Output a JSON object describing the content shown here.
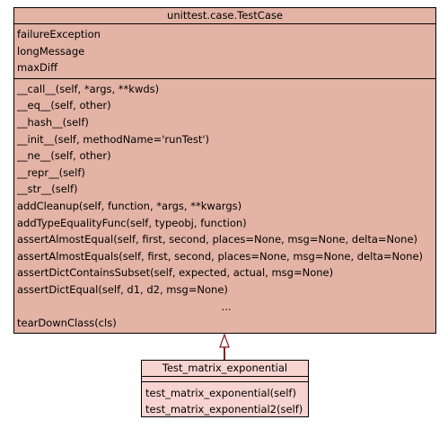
{
  "base_class": {
    "name": "unittest.case.TestCase",
    "attributes": [
      "failureException",
      "longMessage",
      "maxDiff"
    ],
    "methods": [
      "__call__(self, *args, **kwds)",
      "__eq__(self, other)",
      "__hash__(self)",
      "__init__(self, methodName='runTest')",
      "__ne__(self, other)",
      "__repr__(self)",
      "__str__(self)",
      "addCleanup(self, function, *args, **kwargs)",
      "addTypeEqualityFunc(self, typeobj, function)",
      "assertAlmostEqual(self, first, second, places=None, msg=None, delta=None)",
      "assertAlmostEquals(self, first, second, places=None, msg=None, delta=None)",
      "assertDictContainsSubset(self, expected, actual, msg=None)",
      "assertDictEqual(self, d1, d2, msg=None)"
    ],
    "ellipsis": "...",
    "last_method": "tearDownClass(cls)"
  },
  "derived_class": {
    "name": "Test_matrix_exponential",
    "methods": [
      "test_matrix_exponential(self)",
      "test_matrix_exponential2(self)"
    ]
  },
  "colors": {
    "base_fill": "#e3b3a5",
    "derived_fill": "#f7d4d0",
    "arrow_color": "#8b1a1a"
  }
}
